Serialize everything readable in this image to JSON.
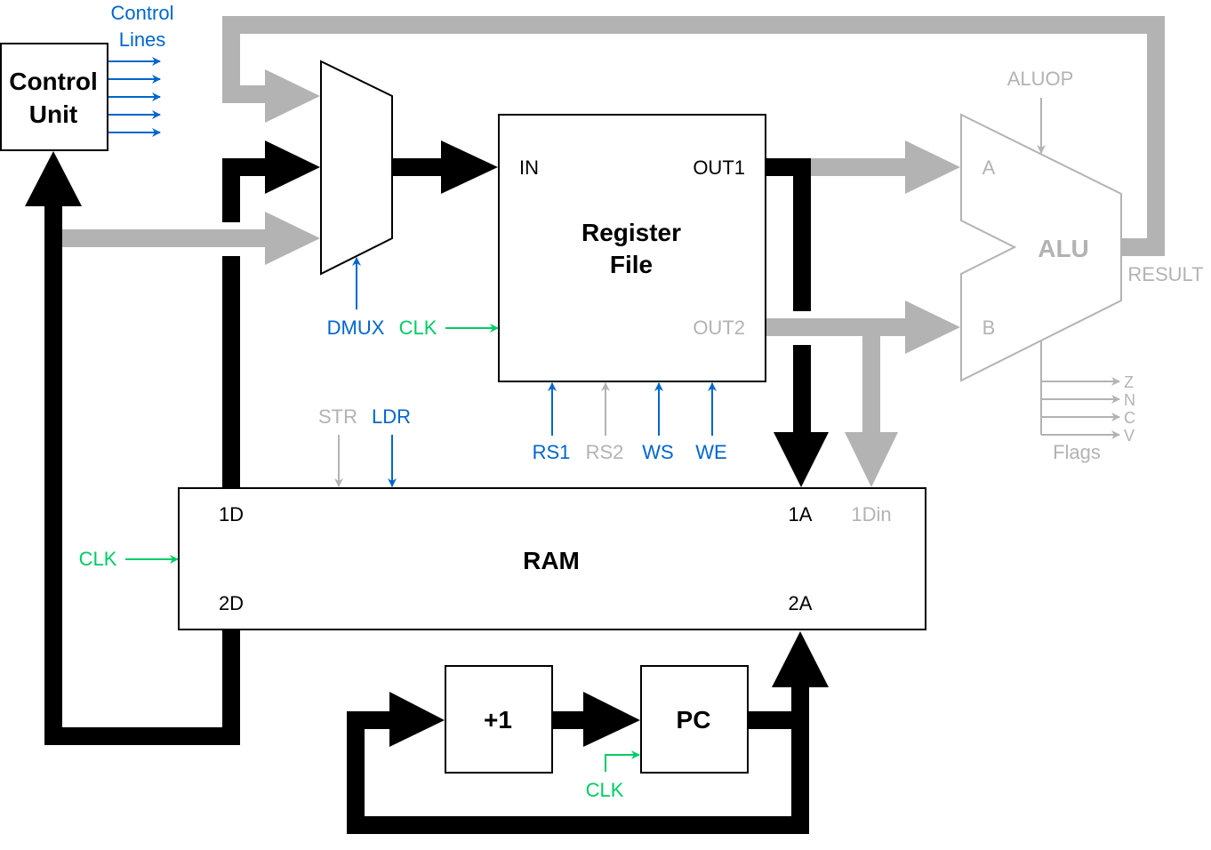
{
  "colors": {
    "black": "#000000",
    "gray": "#B3B3B3",
    "blue": "#0066CC",
    "green": "#00CC66"
  },
  "blocks": {
    "control_unit": {
      "line1": "Control",
      "line2": "Unit"
    },
    "register_file": {
      "line1": "Register",
      "line2": "File",
      "in": "IN",
      "out1": "OUT1",
      "out2": "OUT2"
    },
    "alu": {
      "title": "ALU",
      "a": "A",
      "b": "B",
      "result": "RESULT",
      "op": "ALUOP"
    },
    "ram": {
      "title": "RAM",
      "p1d": "1D",
      "p2d": "2D",
      "p1a": "1A",
      "p2a": "2A",
      "p1din": "1Din"
    },
    "incrementer": {
      "label": "+1"
    },
    "pc": {
      "label": "PC"
    }
  },
  "signals": {
    "control_lines": {
      "line1": "Control",
      "line2": "Lines"
    },
    "dmux": "DMUX",
    "clk": "CLK",
    "rs1": "RS1",
    "rs2": "RS2",
    "ws": "WS",
    "we": "WE",
    "str": "STR",
    "ldr": "LDR"
  },
  "flags": {
    "label": "Flags",
    "items": [
      "Z",
      "N",
      "C",
      "V"
    ]
  }
}
